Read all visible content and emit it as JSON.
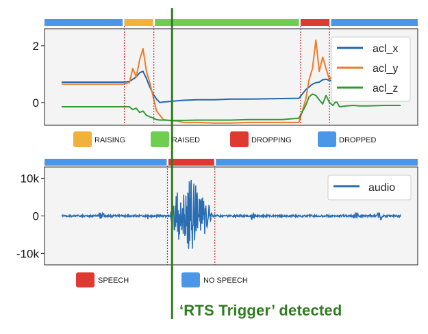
{
  "colors": {
    "raising": "#f2b13b",
    "raised": "#6fce4f",
    "dropping": "#df3a31",
    "dropped": "#4a97e8",
    "speech": "#df3a31",
    "no_speech": "#4a97e8",
    "acl_x": "#1f66b3",
    "acl_y": "#f07a26",
    "acl_z": "#2f9a35",
    "audio": "#2a6db3",
    "trigger": "#2e7d1f",
    "plot_bg": "#f4f4f4"
  },
  "state_legend": [
    {
      "key": "raising",
      "label": "RAISING",
      "color": "#f2b13b"
    },
    {
      "key": "raised",
      "label": "RAISED",
      "color": "#6fce4f"
    },
    {
      "key": "dropping",
      "label": "DROPPING",
      "color": "#df3a31"
    },
    {
      "key": "dropped",
      "label": "DROPPED",
      "color": "#4a97e8"
    }
  ],
  "speech_legend": [
    {
      "key": "speech",
      "label": "SPEECH",
      "color": "#df3a31"
    },
    {
      "key": "no_speech",
      "label": "NO SPEECH",
      "color": "#4a97e8"
    }
  ],
  "trigger_label": "‘RTS Trigger’ detected",
  "chart_data": [
    {
      "type": "line",
      "ylim": [
        -0.8,
        2.6
      ],
      "yticks": [
        0,
        2
      ],
      "ytick_labels": [
        "0",
        "2"
      ],
      "xlim": [
        0,
        100
      ],
      "grid": false,
      "legend": "top-right",
      "series": [
        {
          "name": "acl_x",
          "color": "#1f66b3",
          "x": [
            0,
            10,
            18,
            20,
            22,
            23,
            24,
            25,
            26,
            27,
            28,
            29,
            30,
            31,
            32,
            33,
            34,
            36,
            40,
            45,
            50,
            55,
            60,
            65,
            70,
            72,
            74,
            75,
            76,
            77,
            78,
            79,
            80,
            81,
            82,
            83,
            84,
            86,
            88,
            90,
            95,
            100
          ],
          "y": [
            0.72,
            0.72,
            0.72,
            0.74,
            0.9,
            1.05,
            1.1,
            0.85,
            0.55,
            0.3,
            0.12,
            0.0,
            0.02,
            0.03,
            0.04,
            0.05,
            0.06,
            0.08,
            0.1,
            0.1,
            0.12,
            0.12,
            0.13,
            0.14,
            0.15,
            0.45,
            0.65,
            0.7,
            0.72,
            0.8,
            0.82,
            0.78,
            0.75,
            0.72,
            0.72,
            0.72,
            0.72,
            0.72,
            0.72,
            0.72,
            0.72,
            0.72
          ]
        },
        {
          "name": "acl_y",
          "color": "#f07a26",
          "x": [
            0,
            10,
            18,
            20,
            21,
            22,
            23,
            24,
            25,
            26,
            27,
            28,
            29,
            30,
            31,
            32,
            34,
            36,
            40,
            45,
            50,
            55,
            60,
            65,
            70,
            72,
            73,
            74,
            75,
            76,
            77,
            78,
            79,
            80,
            81,
            82,
            83,
            84,
            86,
            88,
            90,
            95,
            100
          ],
          "y": [
            0.65,
            0.65,
            0.65,
            0.7,
            1.2,
            0.9,
            1.5,
            1.9,
            1.1,
            0.7,
            0.2,
            -0.3,
            -0.45,
            -0.6,
            -0.62,
            -0.64,
            -0.65,
            -0.7,
            -0.7,
            -0.72,
            -0.72,
            -0.7,
            -0.7,
            -0.7,
            -0.7,
            0.1,
            0.8,
            1.2,
            2.2,
            1.1,
            1.6,
            1.2,
            0.8,
            1.0,
            0.85,
            0.8,
            0.75,
            0.75,
            0.72,
            0.72,
            0.72,
            0.72,
            0.72
          ]
        },
        {
          "name": "acl_z",
          "color": "#2f9a35",
          "x": [
            0,
            10,
            18,
            20,
            21,
            22,
            23,
            24,
            25,
            26,
            27,
            28,
            29,
            30,
            32,
            34,
            36,
            40,
            45,
            50,
            55,
            60,
            65,
            70,
            72,
            73,
            74,
            75,
            76,
            77,
            78,
            79,
            80,
            81,
            82,
            84,
            86,
            88,
            90,
            95,
            100
          ],
          "y": [
            -0.15,
            -0.15,
            -0.15,
            -0.15,
            -0.25,
            -0.2,
            -0.35,
            -0.3,
            -0.45,
            -0.5,
            -0.55,
            -0.6,
            -0.62,
            -0.62,
            -0.63,
            -0.63,
            -0.63,
            -0.62,
            -0.62,
            -0.62,
            -0.6,
            -0.6,
            -0.6,
            -0.55,
            -0.1,
            0.2,
            0.3,
            0.25,
            0.1,
            -0.05,
            0.25,
            0.0,
            -0.1,
            0.05,
            -0.15,
            -0.12,
            -0.1,
            -0.12,
            -0.12,
            -0.1,
            -0.1
          ]
        }
      ],
      "segments": [
        {
          "state": "dropped",
          "x0": 0,
          "x1": 18
        },
        {
          "state": "raising",
          "x0": 18.5,
          "x1": 27
        },
        {
          "state": "raised",
          "x0": 27.5,
          "x1": 70
        },
        {
          "state": "dropping",
          "x0": 70.5,
          "x1": 79
        },
        {
          "state": "dropped",
          "x0": 79.5,
          "x1": 100
        }
      ],
      "boundaries": [
        18.5,
        27.2,
        70.5,
        79
      ]
    },
    {
      "type": "line",
      "ylim": [
        -13000,
        13000
      ],
      "yticks": [
        10000,
        0,
        -10000
      ],
      "ytick_labels": [
        "10k",
        "0",
        "-10k"
      ],
      "xlim": [
        0,
        100
      ],
      "grid": false,
      "legend": "top-right",
      "series": [
        {
          "name": "audio",
          "color": "#2a6db3"
        }
      ],
      "segments": [
        {
          "state": "no_speech",
          "x0": 0,
          "x1": 31
        },
        {
          "state": "speech",
          "x0": 31.5,
          "x1": 45
        },
        {
          "state": "no_speech",
          "x0": 45.5,
          "x1": 100
        }
      ],
      "boundaries": [
        31.2,
        45.2
      ]
    }
  ],
  "trigger_x_fraction": 0.402
}
